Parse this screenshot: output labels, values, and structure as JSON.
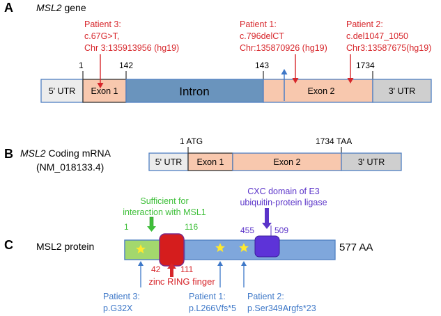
{
  "panel_a": {
    "letter": "A",
    "title_gene": "MSL2",
    "title_rest": " gene",
    "positions": {
      "p1": "1",
      "p142": "142",
      "p143": "143",
      "p1734": "1734"
    },
    "segments": {
      "utr5": "5' UTR",
      "exon1": "Exon 1",
      "intron": "Intron",
      "exon2": "Exon 2",
      "utr3": "3' UTR"
    },
    "patient3": {
      "line1": "Patient 3:",
      "line2": "c.67G>T,",
      "line3": "Chr 3:135913956 (hg19)"
    },
    "patient1": {
      "line1": "Patient 1:",
      "line2": "c.796delCT",
      "line3": "Chr:135870926 (hg19)"
    },
    "patient2": {
      "line1": "Patient 2:",
      "line2": "c.del1047_1050",
      "line3": "Chr3:13587675(hg19)"
    }
  },
  "panel_b": {
    "letter": "B",
    "title_gene": "MSL2",
    "title_rest": " Coding mRNA",
    "accession": "(NM_018133.4)",
    "start_label": "1 ATG",
    "end_label": "1734 TAA",
    "segments": {
      "utr5": "5' UTR",
      "exon1": "Exon 1",
      "exon2": "Exon 2",
      "utr3": "3' UTR"
    }
  },
  "panel_c": {
    "letter": "C",
    "protein_label": "MSL2 protein",
    "length_label": "577 AA",
    "msl1": {
      "line1": "Sufficient for",
      "line2": "interaction with MSL1",
      "start": "1",
      "end": "116"
    },
    "cxc": {
      "line1": "CXC domain of E3",
      "line2": "ubiquitin-protein ligase",
      "start": "455",
      "end": "509"
    },
    "ring": {
      "start": "42",
      "end": "111",
      "label": "zinc RING finger"
    },
    "patient3": {
      "line1": "Patient 3:",
      "line2": "p.G32X"
    },
    "patient1": {
      "line1": "Patient 1:",
      "line2": "p.L266Vfs*5"
    },
    "patient2": {
      "line1": "Patient 2:",
      "line2": "p.Ser349Argfs*23"
    }
  },
  "colors": {
    "red": "#d7262b",
    "blue_text": "#3e78c8",
    "green_text": "#3fbf3a",
    "purple": "#5b34c9",
    "utr_fill": "#ececec",
    "exon_fill": "#f8c8ae",
    "intron_fill": "#6a94bd",
    "protein_fill": "#7fa7dc",
    "msl1_fill": "#a3d86d",
    "ring_fill": "#d51d1d",
    "cxc_fill": "#5d33d8",
    "star": "#ffe92e"
  }
}
